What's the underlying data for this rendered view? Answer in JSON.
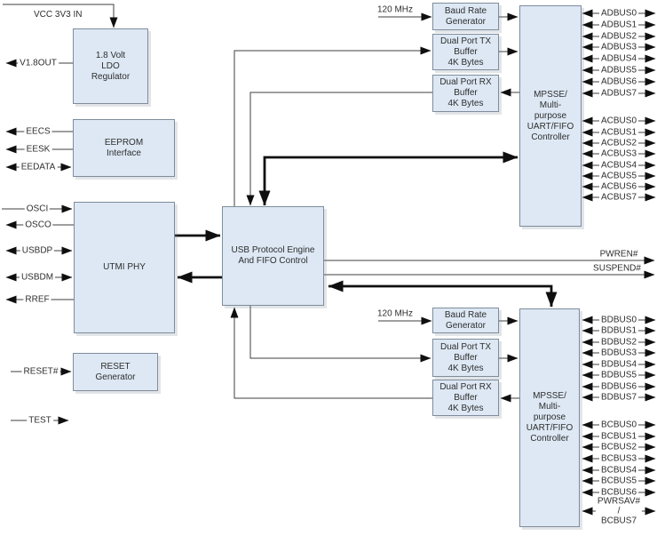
{
  "diagram": {
    "blocks": {
      "ldo": "1.8 Volt\nLDO\nRegulator",
      "eeprom": "EEPROM\nInterface",
      "utmi": "UTMI PHY",
      "reset": "RESET\nGenerator",
      "engine": "USB Protocol Engine\nAnd FIFO Control",
      "baud_a": "Baud Rate\nGenerator",
      "tx_a": "Dual Port TX\nBuffer\n4K Bytes",
      "rx_a": "Dual Port RX\nBuffer\n4K Bytes",
      "baud_b": "Baud Rate\nGenerator",
      "tx_b": "Dual Port TX\nBuffer\n4K Bytes",
      "rx_b": "Dual Port RX\nBuffer\n4K Bytes",
      "mpsse_a": "MPSSE/\nMulti-\npurpose\nUART/FIFO\nController",
      "mpsse_b": "MPSSE/\nMulti-\npurpose\nUART/FIFO\nController"
    },
    "left_signals": {
      "vcc": "VCC 3V3 IN",
      "v18out": "V1.8OUT",
      "eecs": "EECS",
      "eesk": "EESK",
      "eedata": "EEDATA",
      "osci": "OSCI",
      "osco": "OSCO",
      "usbdp": "USBDP",
      "usbdm": "USBDM",
      "rref": "RREF",
      "reset": "RESET#",
      "test": "TEST"
    },
    "clocks": {
      "a": "120 MHz",
      "b": "120 MHz"
    },
    "right_signals": {
      "pwren": "PWREN#",
      "suspend": "SUSPEND#"
    },
    "buses": {
      "adbus": [
        "ADBUS0",
        "ADBUS1",
        "ADBUS2",
        "ADBUS3",
        "ADBUS4",
        "ADBUS5",
        "ADBUS6",
        "ADBUS7"
      ],
      "acbus": [
        "ACBUS0",
        "ACBUS1",
        "ACBUS2",
        "ACBUS3",
        "ACBUS4",
        "ACBUS5",
        "ACBUS6",
        "ACBUS7"
      ],
      "bdbus": [
        "BDBUS0",
        "BDBUS1",
        "BDBUS2",
        "BDBUS3",
        "BDBUS4",
        "BDBUS5",
        "BDBUS6",
        "BDBUS7"
      ],
      "bcbus": [
        "BCBUS0",
        "BCBUS1",
        "BCBUS2",
        "BCBUS3",
        "BCBUS4",
        "BCBUS5",
        "BCBUS6",
        "PWRSAV# /\nBCBUS7"
      ]
    },
    "colors": {
      "block_fill": "#dde8f4",
      "block_border": "#7f8c9b",
      "wire": "#3f3f3f",
      "arrow": "#0f0f0f"
    }
  }
}
